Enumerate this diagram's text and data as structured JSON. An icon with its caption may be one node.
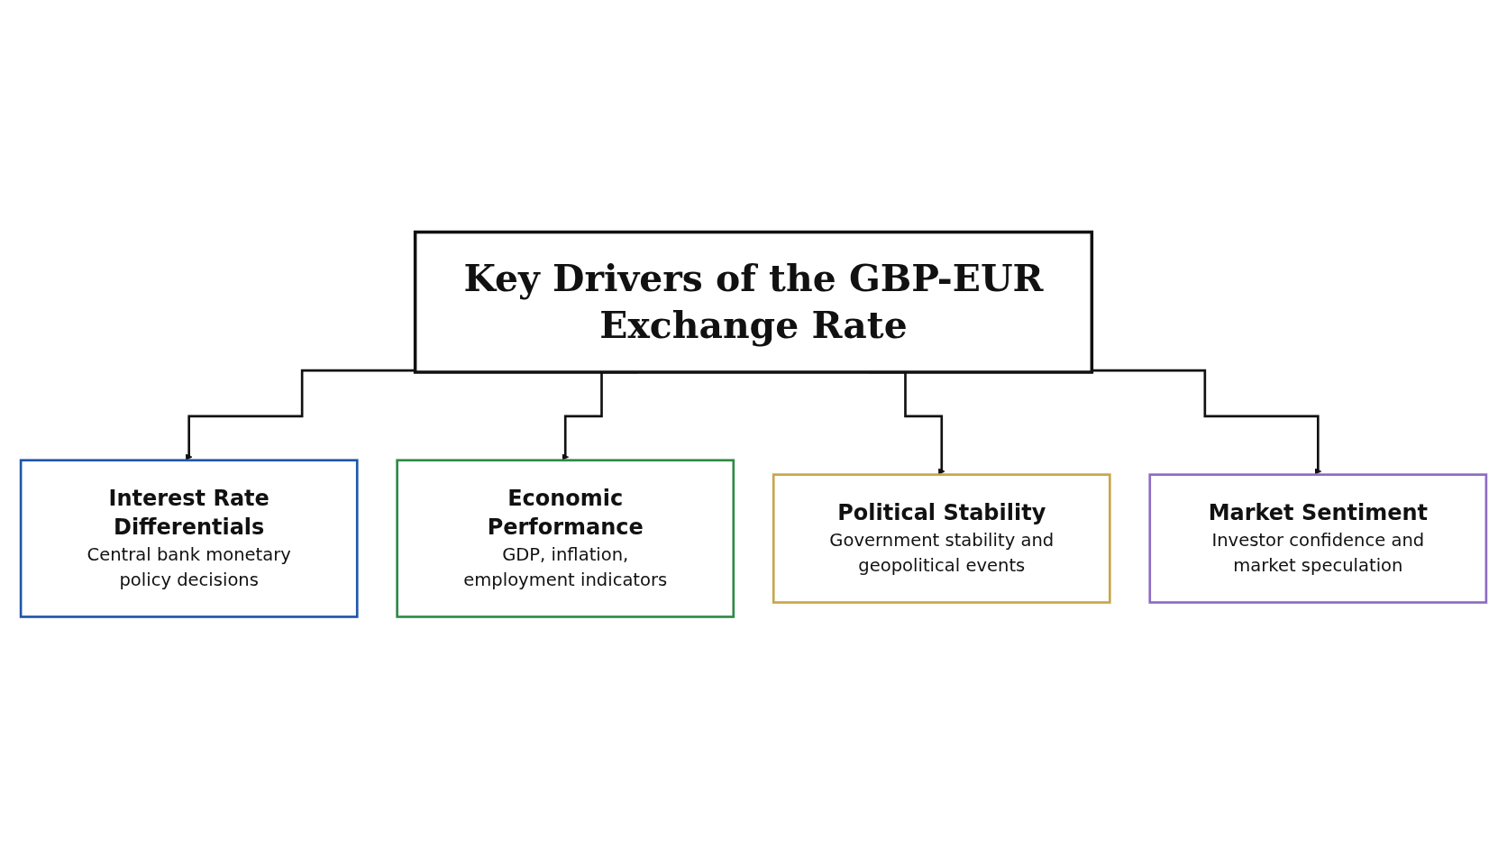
{
  "diagram": {
    "nodes": [
      {
        "text": [
          "Key Drivers of the GBP-EUR Exchange Rate"
        ]
      },
      {
        "text": [
          "Interest Rate Differentials",
          "Central bank monetary policy decisions"
        ]
      },
      {
        "text": [
          "Economic Performance",
          "GDP, inflation, employment indicators"
        ]
      },
      {
        "text": [
          "Political Stability",
          "Government stability and geopolitical events"
        ]
      },
      {
        "text": [
          "Market Sentiment",
          "Investor confidence and market speculation"
        ]
      }
    ],
    "edges": [
      {
        "from": 0,
        "to": 1,
        "arrow": "to"
      },
      {
        "from": 0,
        "to": 2,
        "arrow": "to"
      },
      {
        "from": 0,
        "to": 3,
        "arrow": "to"
      },
      {
        "from": 0,
        "to": 4,
        "arrow": "to"
      }
    ]
  }
}
